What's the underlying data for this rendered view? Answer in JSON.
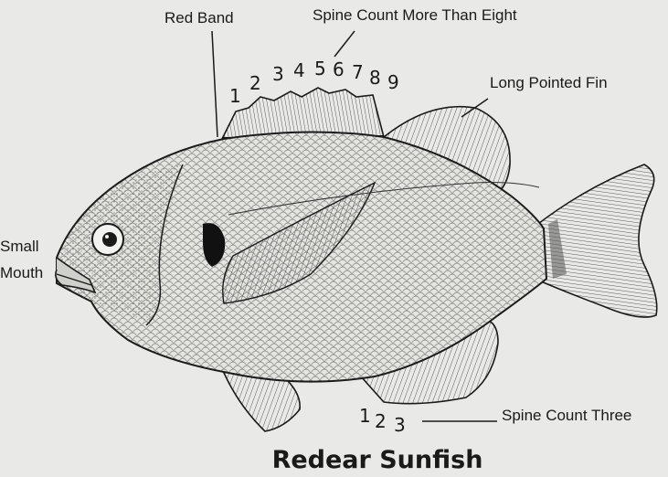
{
  "labels": {
    "red_band": "Red Band",
    "spine_count_dorsal": "Spine Count More Than Eight",
    "long_pointed_fin": "Long Pointed Fin",
    "small_mouth_line1": "Small",
    "small_mouth_line2": "Mouth",
    "spine_count_anal": "Spine Count Three"
  },
  "dorsal_spine_numbers": [
    "1",
    "2",
    "3",
    "4",
    "5",
    "6",
    "7",
    "8",
    "9"
  ],
  "anal_spine_numbers": [
    "1",
    "2",
    "3"
  ],
  "title": "Redear Sunfish",
  "colors": {
    "background": "#e9e9e7",
    "ink": "#1a1a1a"
  }
}
